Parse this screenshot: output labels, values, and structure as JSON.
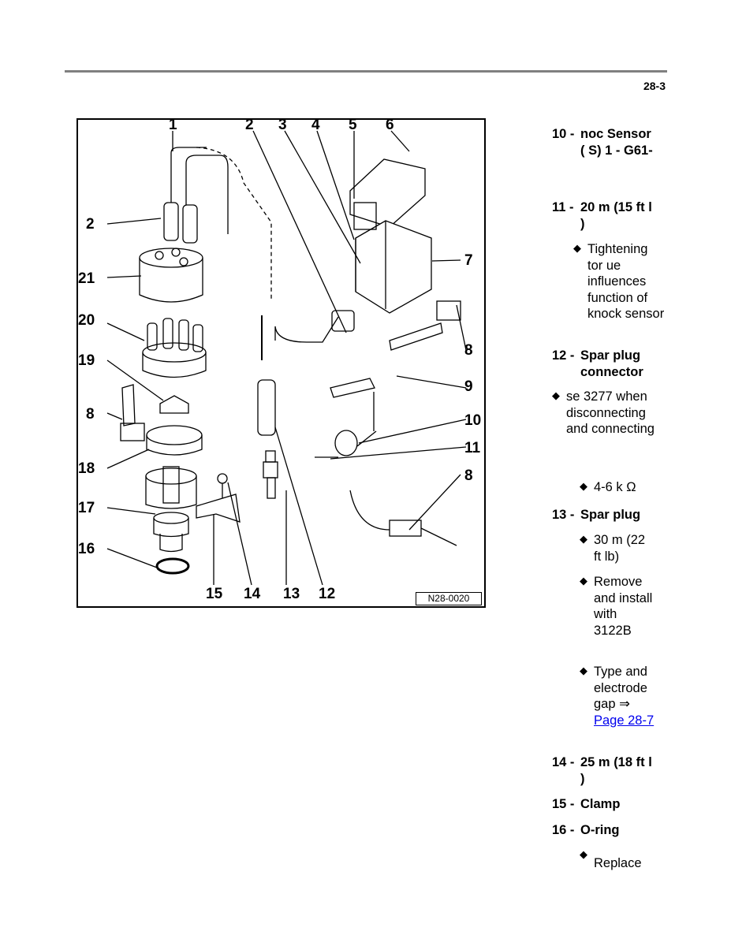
{
  "header": {
    "page_number": "28-3"
  },
  "figure": {
    "id_label": "N28-0020",
    "callouts": [
      "1",
      "2",
      "3",
      "4",
      "5",
      "6",
      "2",
      "21",
      "20",
      "19",
      "8",
      "18",
      "17",
      "16",
      "7",
      "8",
      "9",
      "10",
      "11",
      "8",
      "15",
      "14",
      "13",
      "12"
    ]
  },
  "items": [
    {
      "no": "10 -",
      "text": "noc Sensor ( S) 1 - G61-"
    },
    {
      "no": "11 -",
      "text": "20 m (15 ft l )",
      "bullets": [
        "Tightening tor ue influences function of knock sensor"
      ]
    },
    {
      "no": "12 -",
      "text": "Spar plug connector"
    },
    {
      "standalone_bullet": "se 3277 when disconnecting and connecting"
    },
    {
      "bullets": [
        "4-6 k Ω"
      ]
    },
    {
      "no": "13 -",
      "text": "Spar plug",
      "bullets": [
        "30 m (22 ft lb)",
        "Remove and install with 3122B",
        "Type and electrode gap ⇒"
      ],
      "link": "Page 28-7"
    },
    {
      "no": "14 -",
      "text": "25 m (18 ft l )"
    },
    {
      "no": "15 -",
      "text": "Clamp"
    },
    {
      "no": "16 -",
      "text": "O-ring",
      "bullets": [
        "Replace"
      ]
    }
  ],
  "icons": {
    "bullet": "diamond-bullet-icon",
    "arrow": "double-arrow-icon"
  }
}
